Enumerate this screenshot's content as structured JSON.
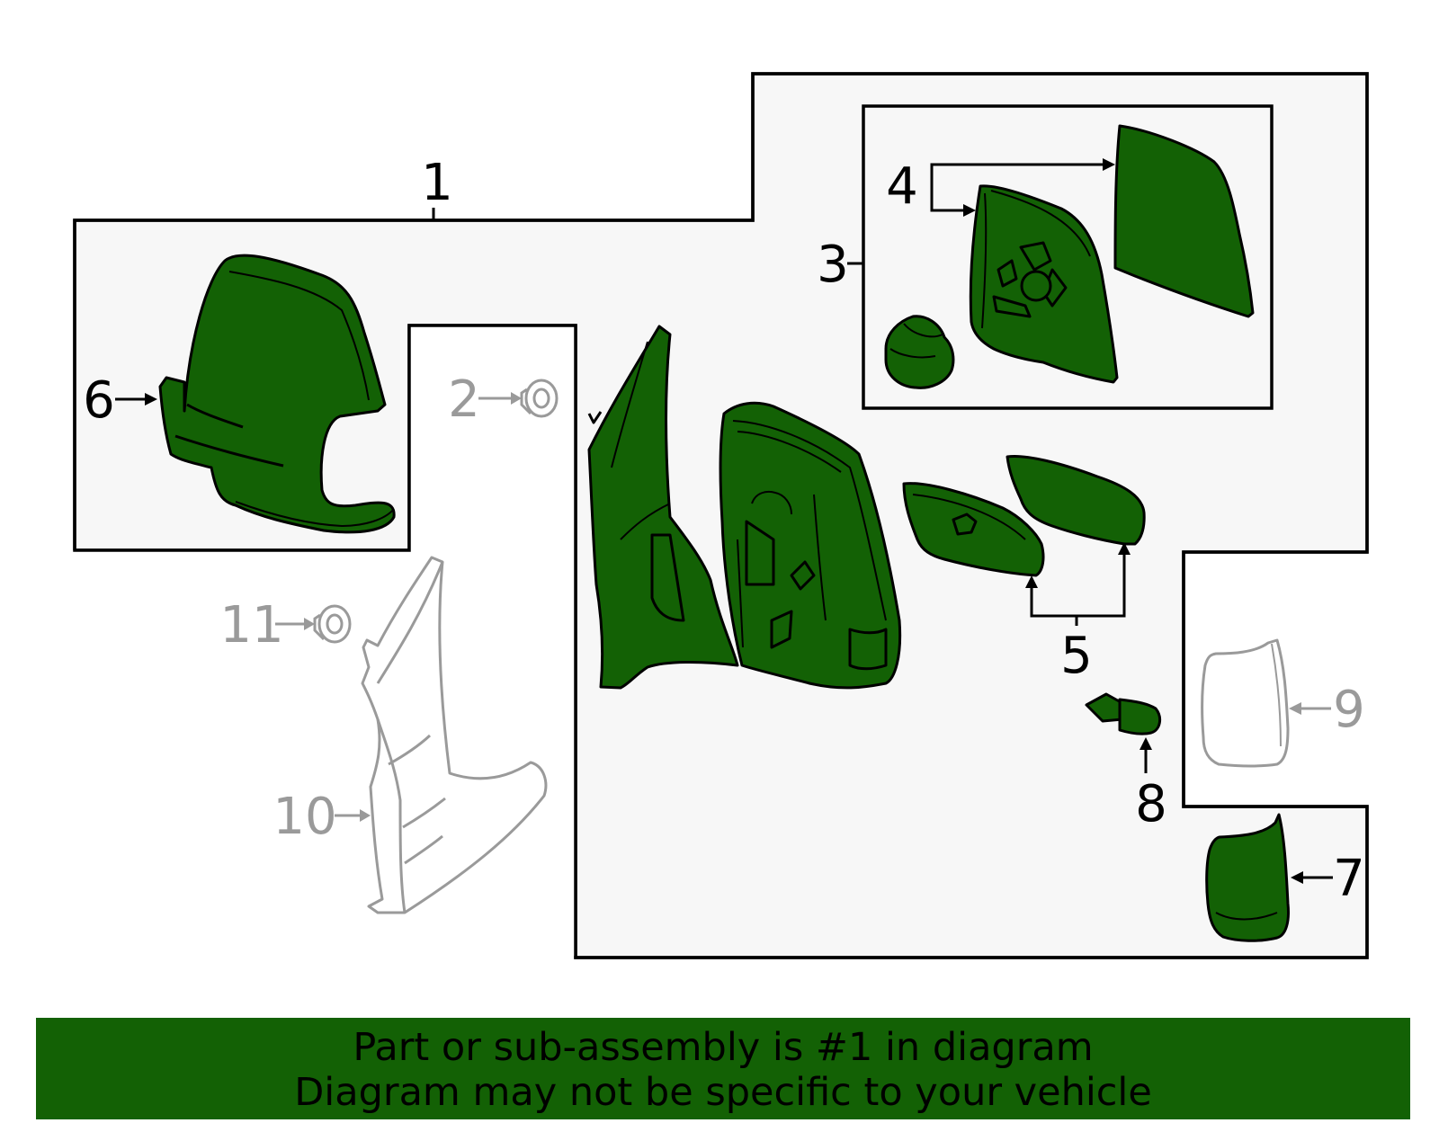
{
  "callouts": {
    "c1": "1",
    "c2": "2",
    "c3": "3",
    "c4": "4",
    "c5": "5",
    "c6": "6",
    "c7": "7",
    "c8": "8",
    "c9": "9",
    "c10": "10",
    "c11": "11"
  },
  "banner": {
    "line1": "Part or sub-assembly is #1 in diagram",
    "line2": "Diagram may not be specific to your vehicle"
  },
  "colors": {
    "part_fill": "#136105",
    "banner_bg": "#136105",
    "panel_bg": "#f7f7f7",
    "ghost_part": "#9a9a9a"
  }
}
